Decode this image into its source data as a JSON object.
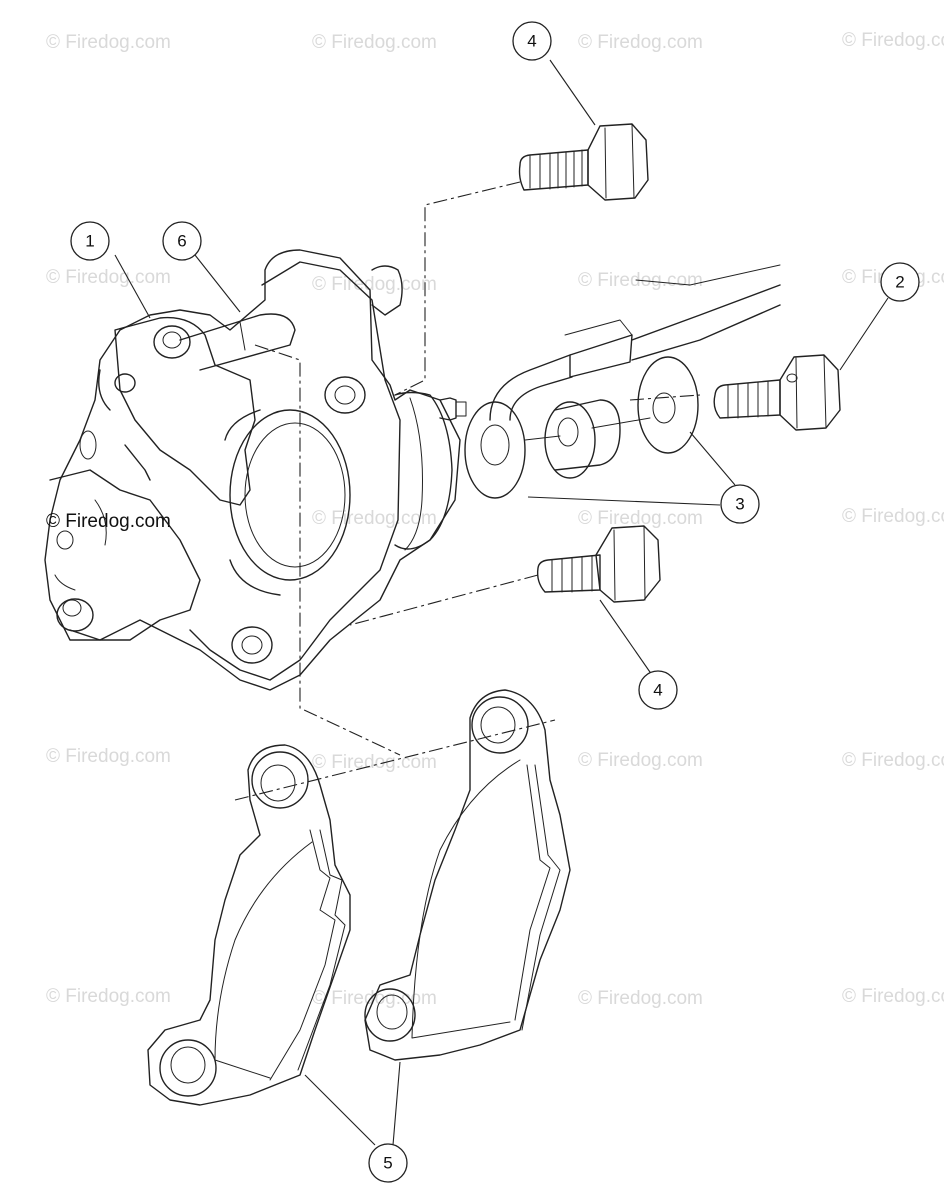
{
  "watermark": {
    "text": "© Firedog.com",
    "center_text": "© Firedog.com"
  },
  "callouts": [
    {
      "id": "callout-1",
      "label": "1"
    },
    {
      "id": "callout-2",
      "label": "2"
    },
    {
      "id": "callout-3",
      "label": "3"
    },
    {
      "id": "callout-4-top",
      "label": "4"
    },
    {
      "id": "callout-4-bottom",
      "label": "4"
    },
    {
      "id": "callout-5",
      "label": "5"
    },
    {
      "id": "callout-6",
      "label": "6"
    }
  ]
}
